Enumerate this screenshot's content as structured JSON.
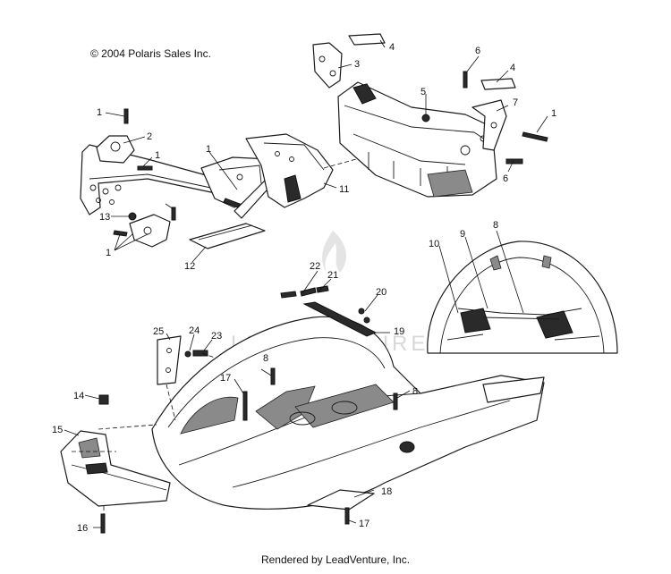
{
  "diagram": {
    "copyright": "© 2004 Polaris Sales Inc.",
    "footer": "Rendered by LeadVenture, Inc.",
    "watermark": "LEADVENTURE",
    "callouts": {
      "c1a": "1",
      "c1b": "1",
      "c1c": "1",
      "c1d": "1",
      "c1e": "1",
      "c2": "2",
      "c3": "3",
      "c4a": "4",
      "c4b": "4",
      "c5": "5",
      "c6a": "6",
      "c6b": "6",
      "c7": "7",
      "c8a": "8",
      "c8b": "8",
      "c8c": "8",
      "c9": "9",
      "c10": "10",
      "c11": "11",
      "c12": "12",
      "c13": "13",
      "c14": "14",
      "c15": "15",
      "c16": "16",
      "c17a": "17",
      "c17b": "17",
      "c18": "18",
      "c19": "19",
      "c20": "20",
      "c21": "21",
      "c22": "22",
      "c23": "23",
      "c24": "24",
      "c25": "25"
    }
  }
}
